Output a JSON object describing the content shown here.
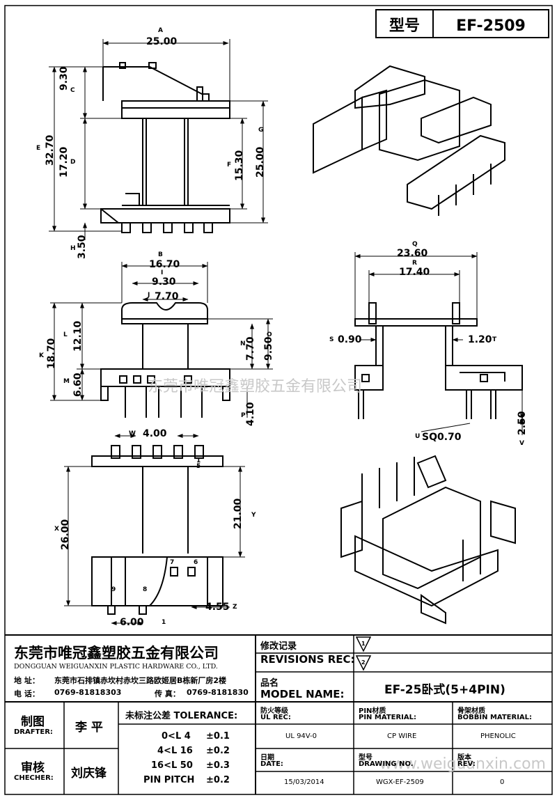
{
  "header": {
    "model_label": "型号",
    "model_value": "EF-2509"
  },
  "dimensions": {
    "A": "25.00",
    "B": "16.70",
    "C": "9.30",
    "D": "17.20",
    "E": "32.70",
    "F": "15.30",
    "G": "25.00",
    "H": "3.50",
    "I": "9.30",
    "J": "7.70",
    "K": "18.70",
    "L": "12.10",
    "M": "6.60",
    "N": "7.70",
    "O": "9.50",
    "P": "4.10",
    "Q": "23.60",
    "R": "17.40",
    "S": "0.90",
    "T": "1.20",
    "U": "SQ0.70",
    "V": "2.50",
    "W": "4.00",
    "X": "26.00",
    "Y": "21.00",
    "Z": "4.55",
    "AA": "6.00"
  },
  "dim_letters": [
    "A",
    "B",
    "C",
    "D",
    "E",
    "F",
    "G",
    "H",
    "I",
    "J",
    "K",
    "L",
    "M",
    "N",
    "O",
    "P",
    "Q",
    "R",
    "S",
    "T",
    "U",
    "V",
    "W",
    "X",
    "Y",
    "Z",
    "1"
  ],
  "pin_numbers": [
    "1",
    "5",
    "6",
    "7",
    "8",
    "9"
  ],
  "watermark": {
    "center": "东莞市唯冠鑫塑胶五金有限公司",
    "bottom": "www.weiguanxin.com"
  },
  "company": {
    "name_cn": "东莞市唯冠鑫塑胶五金有限公司",
    "name_en": "DONGGUAN WEIGUANXIN PLASTIC HARDWARE CO., LTD.",
    "address_label": "地  址：",
    "address": "东莞市石排镇赤坎村赤坎三路欧姬居B栋新厂房2楼",
    "phone_label": "电  话：",
    "phone": "0769-81818303",
    "fax_label": "传  真：",
    "fax": "0769-8181830"
  },
  "revisions": {
    "label_cn": "修改记录",
    "label_en": "REVISIONS REC:",
    "mark1": "1",
    "mark2": "2"
  },
  "model_name": {
    "label_cn": "品名",
    "label_en": "MODEL NAME:",
    "value": "EF-25卧式(5+4PIN)"
  },
  "drafter": {
    "label_cn": "制图",
    "label_en": "DRAFTER:",
    "name": "李  平"
  },
  "checker": {
    "label_cn": "审核",
    "label_en": "CHECHER:",
    "name": "刘庆锋"
  },
  "tolerance": {
    "label": "未标注公差 TOLERANCE:",
    "rows": [
      {
        "range": "0<L   4",
        "value": "±0.1"
      },
      {
        "range": "4<L  16",
        "value": "±0.2"
      },
      {
        "range": "16<L  50",
        "value": "±0.3"
      },
      {
        "range": "PIN PITCH",
        "value": "±0.2"
      }
    ]
  },
  "ul_rec": {
    "label_cn": "防火等级",
    "label_en": "UL REC:",
    "value": "UL 94V-0"
  },
  "pin_material": {
    "label_cn": "PIN材质",
    "label_en": "PIN MATERIAL:",
    "value": "CP WIRE"
  },
  "bobbin_material": {
    "label_cn": "骨架材质",
    "label_en": "BOBBIN MATERIAL:",
    "value": "PHENOLIC"
  },
  "date": {
    "label_cn": "日期",
    "label_en": "DATE:",
    "value": "15/03/2014"
  },
  "drawing_no": {
    "label_cn": "型号",
    "label_en": "DRAWING NO.",
    "value": "WGX-EF-2509"
  },
  "rev": {
    "label_cn": "版本",
    "label_en": "REV:",
    "value": "0"
  }
}
